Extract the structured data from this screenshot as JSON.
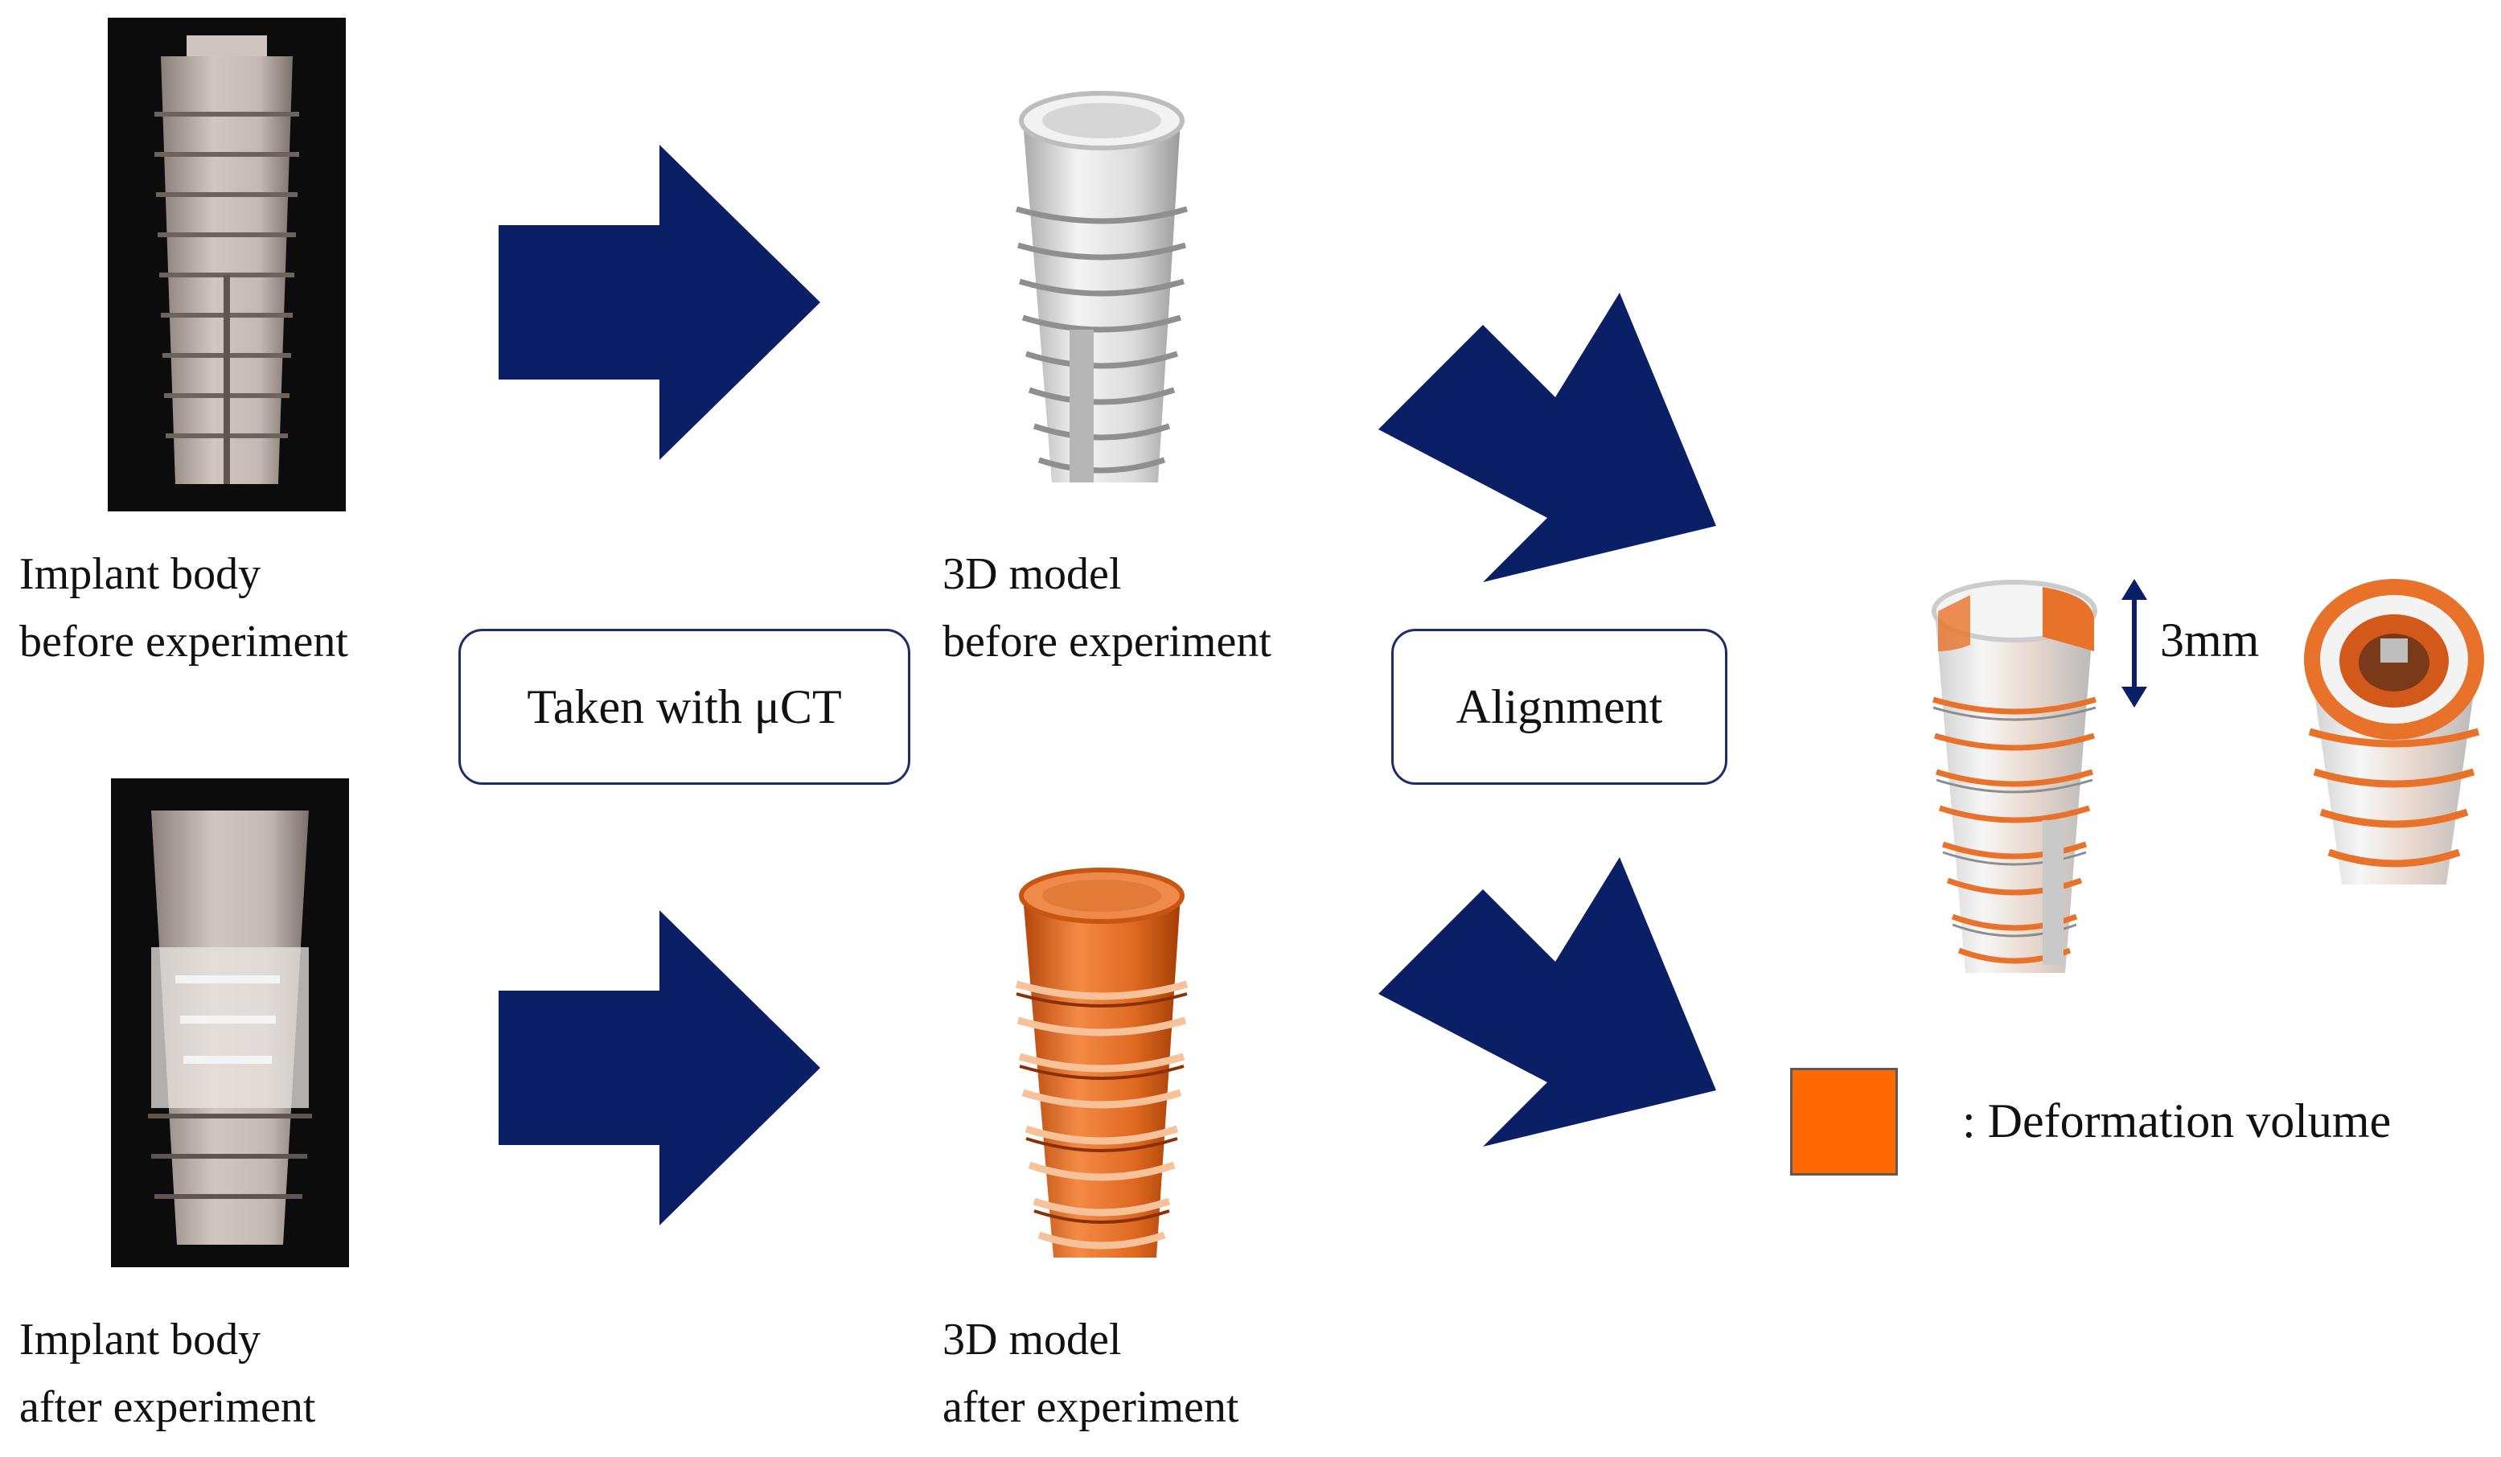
{
  "captions": {
    "photo_before": [
      "Implant body",
      "before experiment"
    ],
    "photo_after": [
      "Implant body",
      "after experiment"
    ],
    "model_before": [
      "3D model",
      "before experiment"
    ],
    "model_after": [
      "3D model",
      "after experiment"
    ]
  },
  "steps": {
    "scan": "Taken with μCT",
    "align": "Alignment"
  },
  "scale_label": "3mm",
  "legend": {
    "label": ": Deformation volume",
    "color": "#ff6a00"
  },
  "colors": {
    "arrow": "#0b1f66",
    "box_border": "#1f2d6b",
    "implant_white": "#e8e8e8",
    "implant_orange": "#e8722a"
  },
  "icons": {
    "process_arrow": "block-arrow-right",
    "scale_arrow": "double-headed-vertical-arrow"
  }
}
